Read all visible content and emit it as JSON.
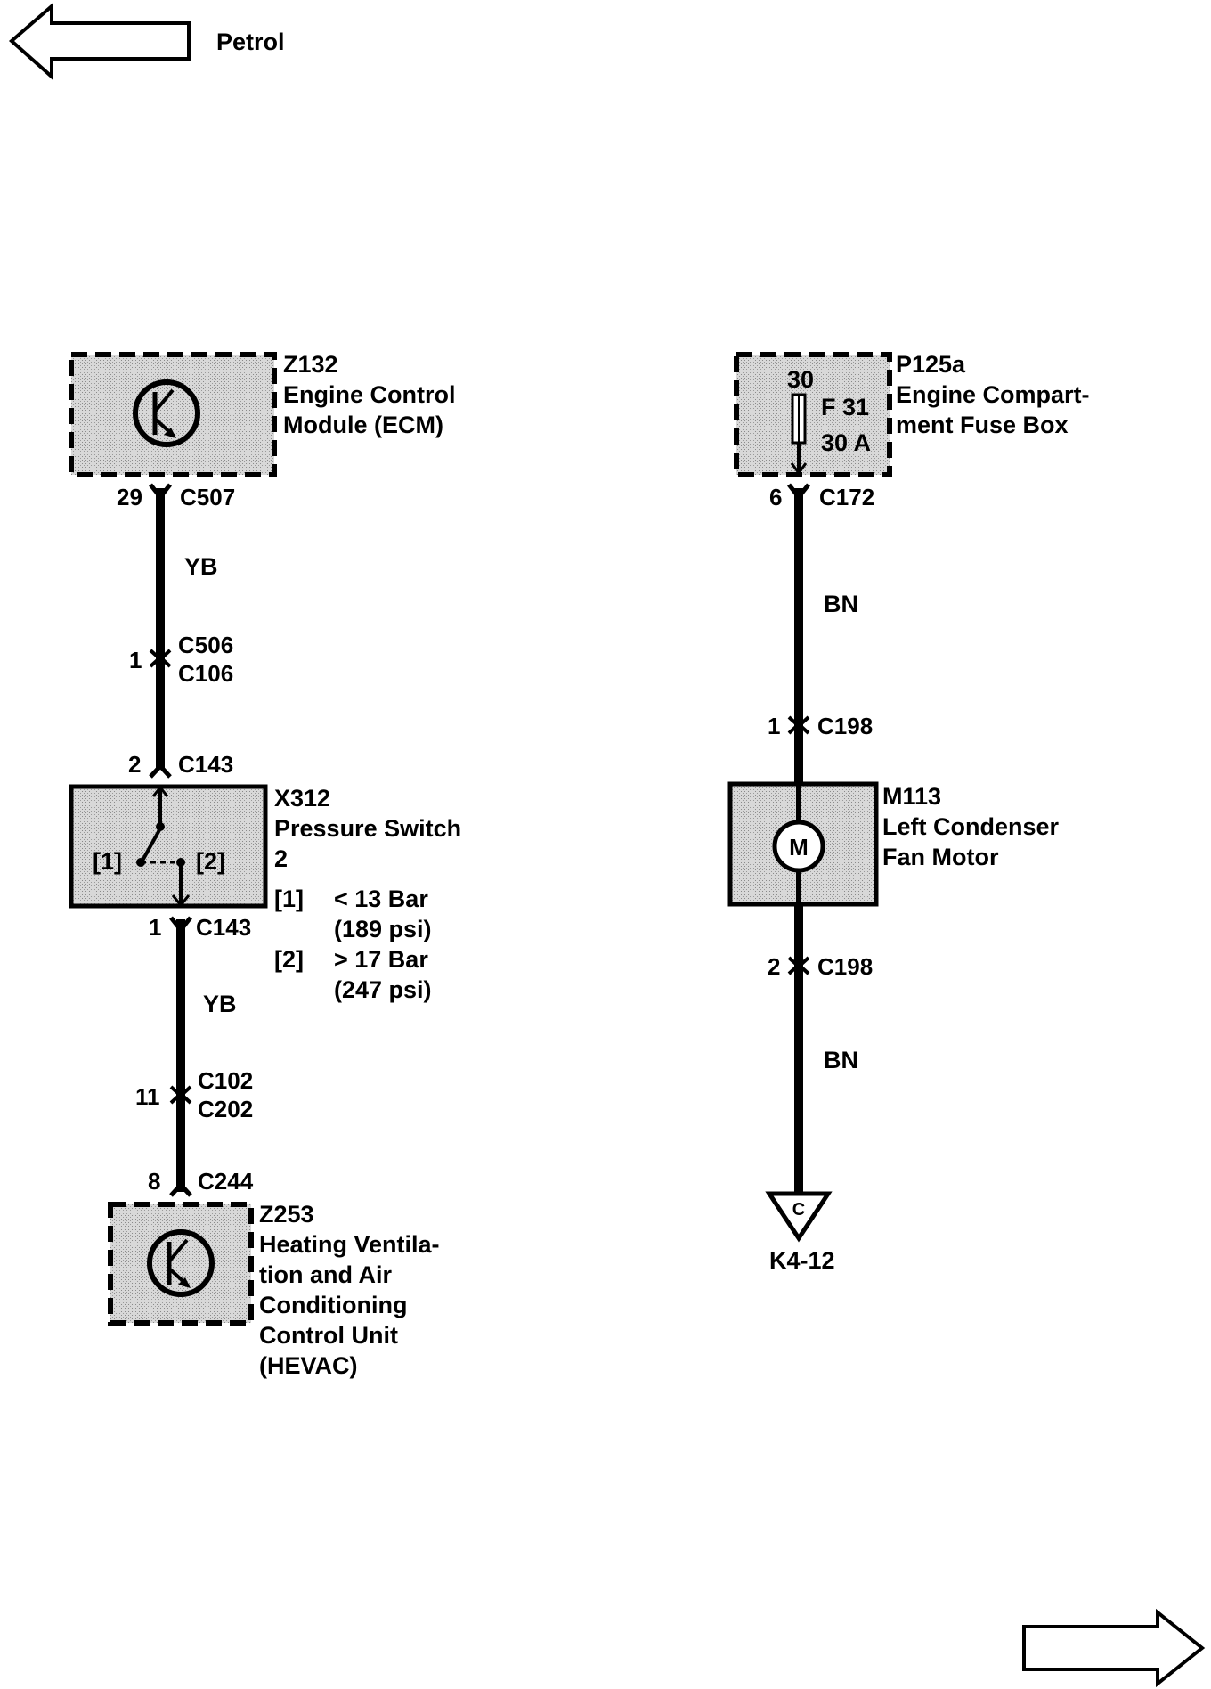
{
  "nav": {
    "back_label": "Petrol"
  },
  "ecm": {
    "code": "Z132",
    "name_line1": "Engine Control",
    "name_line2": "Module (ECM)",
    "pin": "29",
    "connector": "C507"
  },
  "wire_yb_top": {
    "color_code": "YB"
  },
  "inline_c506": {
    "pin": "1",
    "connector_a": "C506",
    "connector_b": "C106"
  },
  "switch_top": {
    "pin": "2",
    "connector": "C143"
  },
  "pressure_switch": {
    "code": "X312",
    "name": "Pressure Switch",
    "count": "2",
    "contact1": "[1]",
    "contact2": "[2]",
    "legend": [
      {
        "key": "[1]",
        "line1": "< 13 Bar",
        "line2": "(189 psi)"
      },
      {
        "key": "[2]",
        "line1": "> 17 Bar",
        "line2": "(247 psi)"
      }
    ]
  },
  "switch_bottom": {
    "pin": "1",
    "connector": "C143"
  },
  "wire_yb_bottom": {
    "color_code": "YB"
  },
  "inline_c102": {
    "pin": "11",
    "connector_a": "C102",
    "connector_b": "C202"
  },
  "hevac_conn": {
    "pin": "8",
    "connector": "C244"
  },
  "hevac": {
    "code": "Z253",
    "lines": [
      "Heating Ventila-",
      "tion and Air",
      "Conditioning",
      "Control Unit",
      "(HEVAC)"
    ]
  },
  "fusebox": {
    "code": "P125a",
    "name_line1": "Engine Compart-",
    "name_line2": "ment Fuse Box",
    "terminal": "30",
    "fuse": "F 31",
    "rating": "30 A",
    "pin": "6",
    "connector": "C172"
  },
  "wire_bn_top": {
    "color_code": "BN"
  },
  "motor_top_conn": {
    "pin": "1",
    "connector": "C198"
  },
  "motor": {
    "code": "M113",
    "name_line1": "Left Condenser",
    "name_line2": "Fan Motor",
    "symbol": "M"
  },
  "motor_bottom_conn": {
    "pin": "2",
    "connector": "C198"
  },
  "wire_bn_bottom": {
    "color_code": "BN"
  },
  "ground_ref": {
    "symbol": "C",
    "label": "K4-12"
  },
  "colors": {
    "wire": "#000000",
    "component_fill": "#d4d4d4"
  }
}
